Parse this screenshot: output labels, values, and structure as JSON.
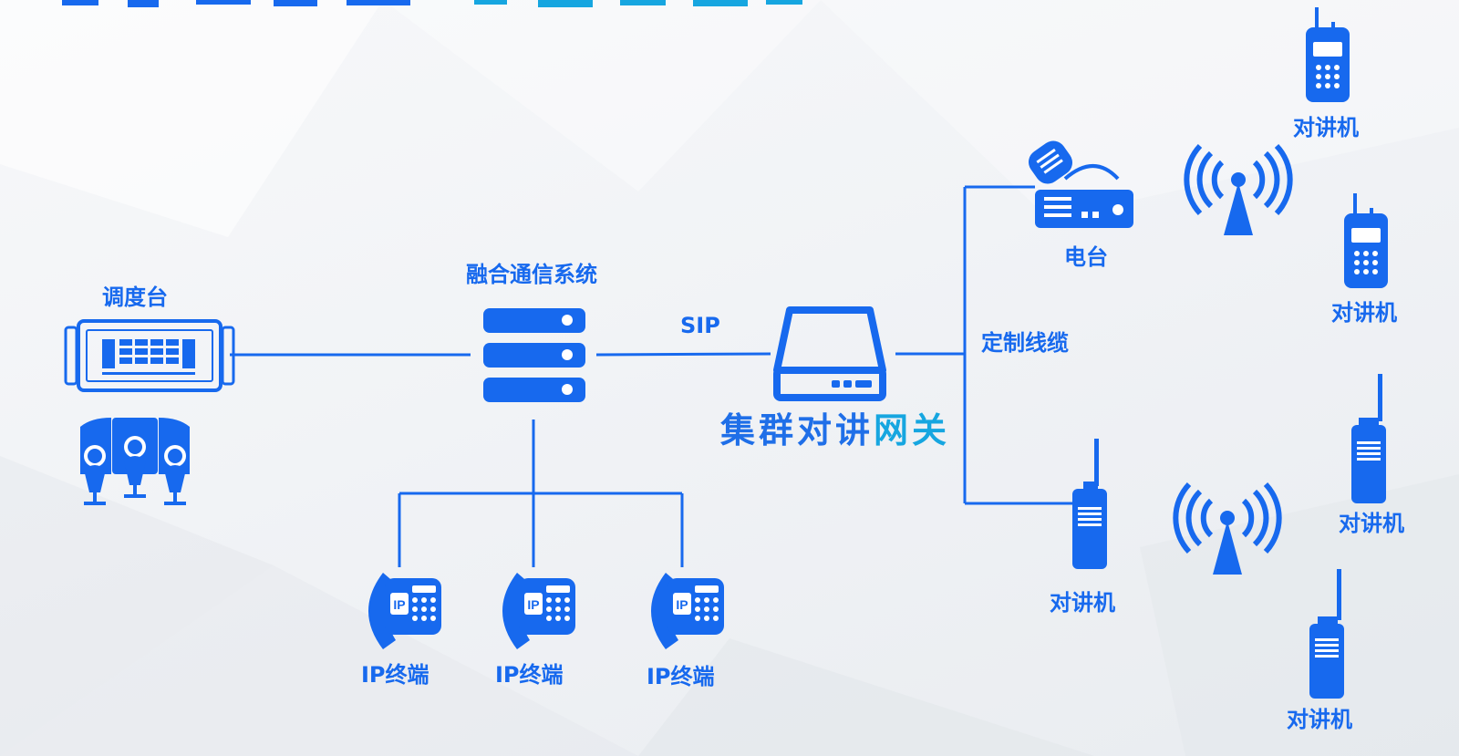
{
  "colors": {
    "primary": "#1769ee",
    "gateway_gradient_start": "#1f6fe8",
    "gateway_gradient_end": "#16a6e0"
  },
  "nodes": {
    "dispatch_console": {
      "label": "调度台",
      "icon": "dispatch-console-icon"
    },
    "fusion_system": {
      "label": "融合通信系统",
      "icon": "server-stack-icon"
    },
    "gateway": {
      "label_part1": "集群对讲",
      "label_part2": "网关",
      "icon": "gateway-box-icon"
    },
    "radio_station": {
      "label": "电台",
      "icon": "radio-station-icon"
    },
    "walkie_talkie_bottom": {
      "label": "对讲机",
      "icon": "walkie-talkie-icon"
    },
    "ip_terminals": [
      {
        "label": "IP终端",
        "icon": "ip-phone-icon",
        "icon_text": "IP"
      },
      {
        "label": "IP终端",
        "icon": "ip-phone-icon",
        "icon_text": "IP"
      },
      {
        "label": "IP终端",
        "icon": "ip-phone-icon",
        "icon_text": "IP"
      }
    ],
    "walkie_talkies_right": [
      {
        "label": "对讲机"
      },
      {
        "label": "对讲机"
      },
      {
        "label": "对讲机"
      },
      {
        "label": "对讲机"
      }
    ]
  },
  "edges": {
    "sip_label": "SIP",
    "cable_label": "定制线缆"
  }
}
